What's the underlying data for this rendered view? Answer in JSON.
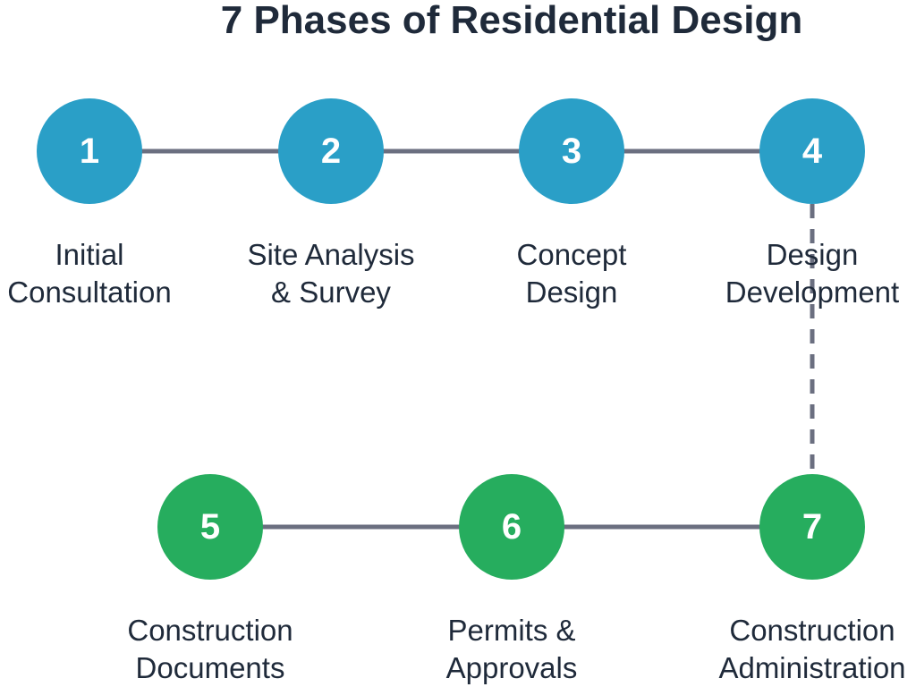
{
  "title": "7 Phases of Residential Design",
  "colors": {
    "early_phase": "#2a9fc7",
    "late_phase": "#26ad5e",
    "connector": "#6b6f80",
    "text": "#1f2a3a"
  },
  "phases": [
    {
      "number": "1",
      "line1": "Initial",
      "line2": "Consultation"
    },
    {
      "number": "2",
      "line1": "Site Analysis",
      "line2": "& Survey"
    },
    {
      "number": "3",
      "line1": "Concept",
      "line2": "Design"
    },
    {
      "number": "4",
      "line1": "Design",
      "line2": "Development"
    },
    {
      "number": "5",
      "line1": "Construction",
      "line2": "Documents"
    },
    {
      "number": "6",
      "line1": "Permits &",
      "line2": "Approvals"
    },
    {
      "number": "7",
      "line1": "Construction",
      "line2": "Administration"
    }
  ]
}
